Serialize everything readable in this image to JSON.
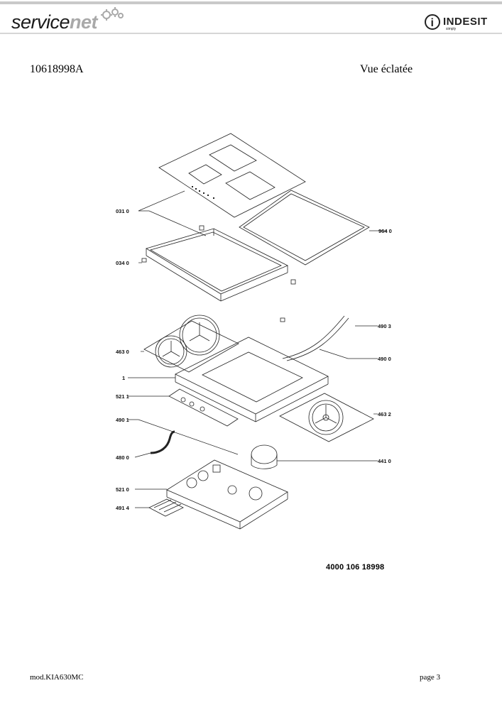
{
  "header": {
    "brand_left_main": "service",
    "brand_left_accent": "net",
    "brand_right": "INDESIT",
    "brand_right_tag": "simply",
    "brand_right_icon": "indesit-i-logo-icon"
  },
  "doc": {
    "code": "10618998A",
    "view": "Vue éclatée",
    "part_number": "4000 106 18998"
  },
  "callouts": [
    {
      "label": "031 0"
    },
    {
      "label": "964 0"
    },
    {
      "label": "034 0"
    },
    {
      "label": "490 3"
    },
    {
      "label": "463 0"
    },
    {
      "label": "490 0"
    },
    {
      "label": "1"
    },
    {
      "label": "521 1"
    },
    {
      "label": "463 2"
    },
    {
      "label": "490 1"
    },
    {
      "label": "480 0"
    },
    {
      "label": "441 0"
    },
    {
      "label": "521 0"
    },
    {
      "label": "491 4"
    }
  ],
  "footer": {
    "model": "mod.KIA630MC",
    "page": "page 3"
  }
}
